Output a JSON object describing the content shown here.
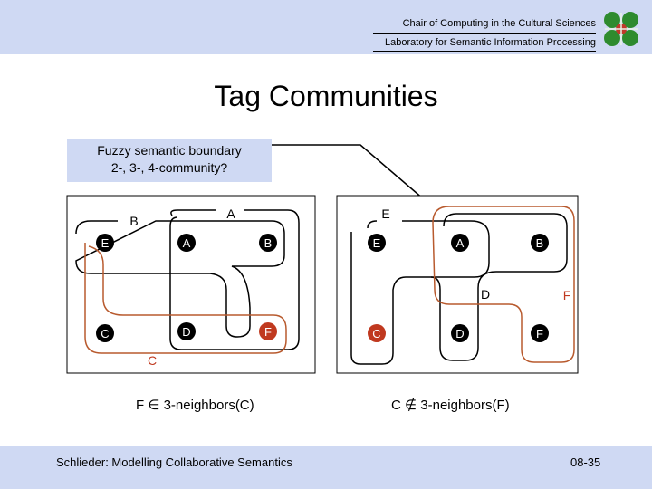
{
  "header": {
    "line1": "Chair of Computing in the Cultural Sciences",
    "line2": "Laboratory for Semantic Information Processing",
    "logo_icon": "clover-logo-icon",
    "logo_color": "#2e8b2e",
    "logo_accent": "#c0392b"
  },
  "title": "Tag Communities",
  "callout": {
    "line1": "Fuzzy semantic boundary",
    "line2": "2-, 3-, 4-community?",
    "pointer_color": "#000000"
  },
  "diagram_left": {
    "nodes": {
      "E": "E",
      "A": "A",
      "B": "B",
      "C": "C",
      "D": "D",
      "F": "F"
    },
    "highlight_node": "F",
    "community_labels": {
      "B": "B",
      "A": "A",
      "C": "C"
    },
    "caption_left": "F",
    "caption_symbol": "∈",
    "caption_right": "3-neighbors(C)"
  },
  "diagram_right": {
    "nodes": {
      "E": "E",
      "A": "A",
      "B": "B",
      "C": "C",
      "D": "D",
      "F": "F"
    },
    "highlight_node": "C",
    "community_labels": {
      "E": "E",
      "D": "D",
      "F": "F"
    },
    "caption_left": "C",
    "caption_symbol": "∉",
    "caption_right": "3-neighbors(F)"
  },
  "colors": {
    "band": "#cfd9f3",
    "node_fill": "#000000",
    "node_text": "#ffffff",
    "highlight_fill": "#c0391f",
    "boundary_dark": "#000000",
    "boundary_orange": "#b85a2e"
  },
  "footer": {
    "left": "Schlieder: Modelling Collaborative Semantics",
    "right": "08-35"
  }
}
